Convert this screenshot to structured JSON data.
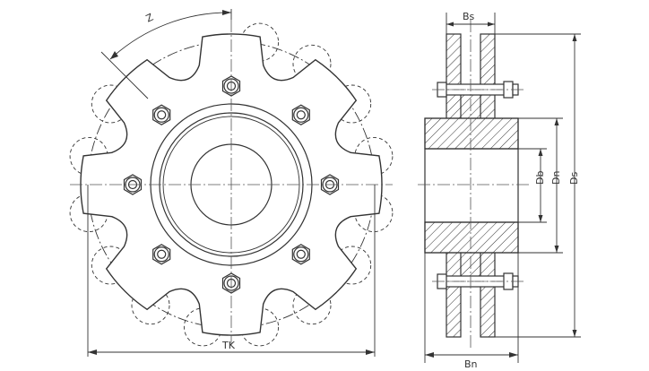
{
  "labels": {
    "z": "Z",
    "tk": "TK",
    "bs": "Bs",
    "bn": "Bn",
    "db": "Db",
    "dn": "Dn",
    "ds": "Ds"
  },
  "colors": {
    "line": "#333333",
    "center_line": "#555555",
    "paper": "#ffffff"
  },
  "features": {
    "teeth_count": 8,
    "bolt_count": 8,
    "outer_rollers_shown": 14
  }
}
